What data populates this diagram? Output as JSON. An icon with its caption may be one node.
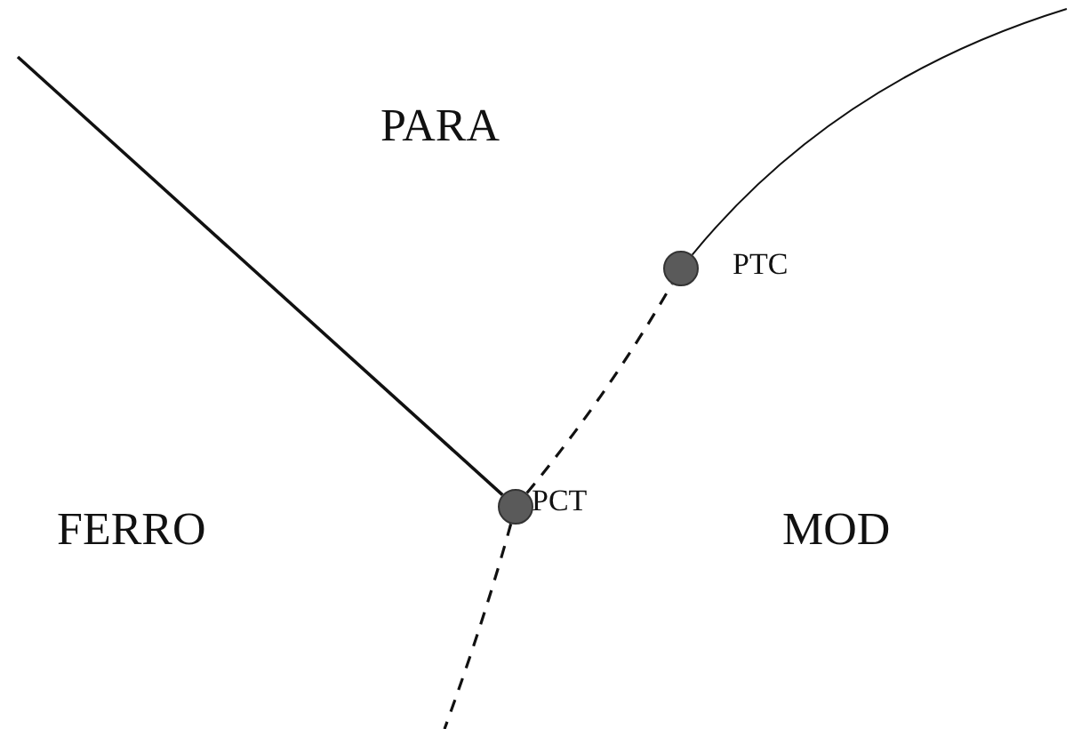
{
  "diagram": {
    "nodes": [
      {
        "text": [],
        "shape": "circle",
        "beside": [
          "PTC"
        ]
      },
      {
        "text": [],
        "shape": "circle",
        "beside": [
          "PCT"
        ]
      }
    ],
    "edges": [
      {
        "from": null,
        "to": 1,
        "arrow": "none"
      },
      {
        "from": 1,
        "to": 0,
        "arrow": "none",
        "style": "dashed"
      },
      {
        "from": 0,
        "to": null,
        "arrow": "none"
      },
      {
        "from": 1,
        "to": null,
        "arrow": "none",
        "style": "dashed"
      }
    ],
    "labels": [
      "PARA",
      "FERRO",
      "MOD"
    ]
  }
}
